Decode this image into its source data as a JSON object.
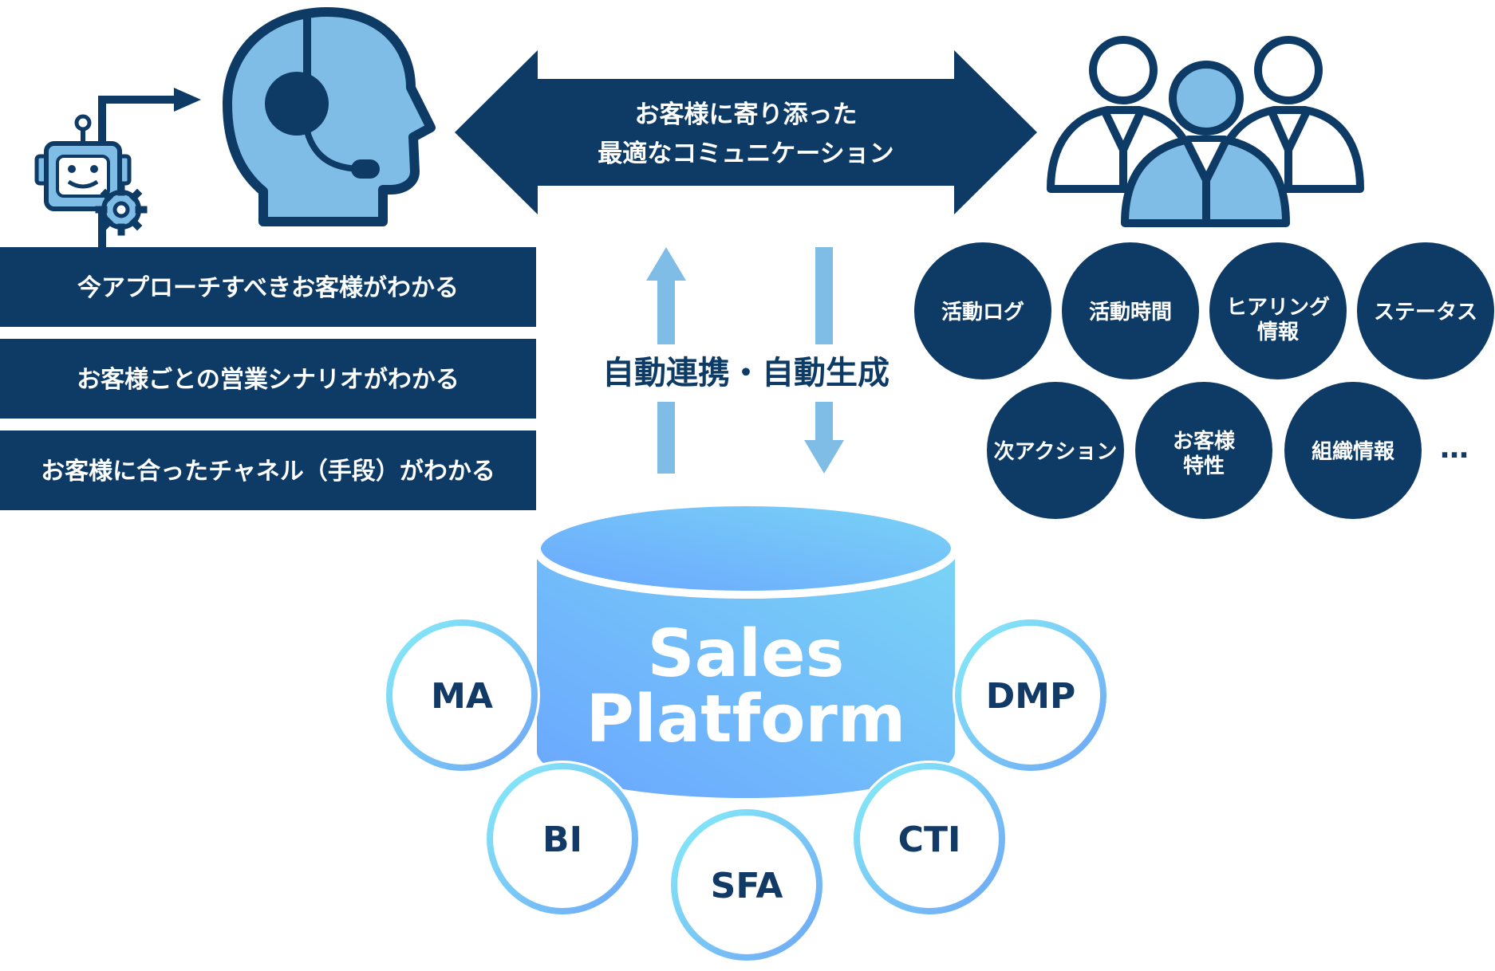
{
  "bubble_text": {
    "line1": "お客様に寄り添った",
    "line2": "最適なコミュニケーション"
  },
  "left_boxes": [
    "今アプローチすべきお客様がわかる",
    "お客様ごとの営業シナリオがわかる",
    "お客様に合ったチャネル（手段）がわかる"
  ],
  "auto_text": "自動連携・自動生成",
  "data_items": [
    {
      "line1": "活動ログ",
      "line2": ""
    },
    {
      "line1": "活動時間",
      "line2": ""
    },
    {
      "line1": "ヒアリング",
      "line2": "情報"
    },
    {
      "line1": "ステータス",
      "line2": ""
    },
    {
      "line1": "次アクション",
      "line2": ""
    },
    {
      "line1": "お客様",
      "line2": "特性"
    },
    {
      "line1": "組織情報",
      "line2": ""
    }
  ],
  "more": "…",
  "platform": {
    "line1": "Sales",
    "line2": "Platform"
  },
  "satellites": [
    "MA",
    "BI",
    "SFA",
    "CTI",
    "DMP"
  ],
  "colors": {
    "navy": "#0d3b66",
    "light_blue": "#7fbde6",
    "gradient_start": "#6ea8ff",
    "gradient_end": "#7bd3f5"
  },
  "icons": [
    "robot-gear-icon",
    "operator-headset-icon",
    "customers-group-icon"
  ]
}
